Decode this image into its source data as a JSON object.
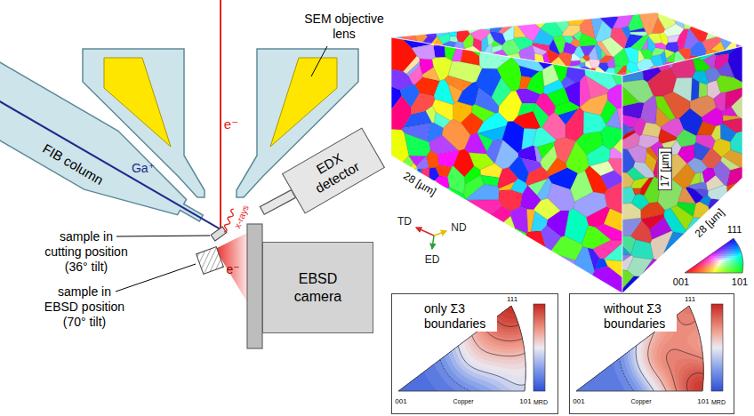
{
  "diagram": {
    "nodes": [
      {
        "text": [
          "FIB column"
        ]
      },
      {
        "text": [
          "EDX detector"
        ]
      },
      {
        "text": [
          "EBSD camera"
        ]
      },
      {
        "text": [
          "only Σ3 boundaries",
          "111",
          "001",
          "Copper",
          "101",
          "MRD"
        ]
      },
      {
        "text": [
          "without Σ3 boundaries",
          "111",
          "001",
          "Copper",
          "101",
          "MRD"
        ]
      }
    ],
    "labels": [
      "SEM objective lens",
      "e⁻",
      "Ga⁺",
      "x-rays",
      "sample in cutting position (36° tilt)",
      "sample in EBSD position (70° tilt)",
      "e⁻",
      "28 [µm]",
      "17 [µm]",
      "28 [µm]",
      "TD",
      "ND",
      "ED",
      "111",
      "001",
      "101"
    ]
  }
}
